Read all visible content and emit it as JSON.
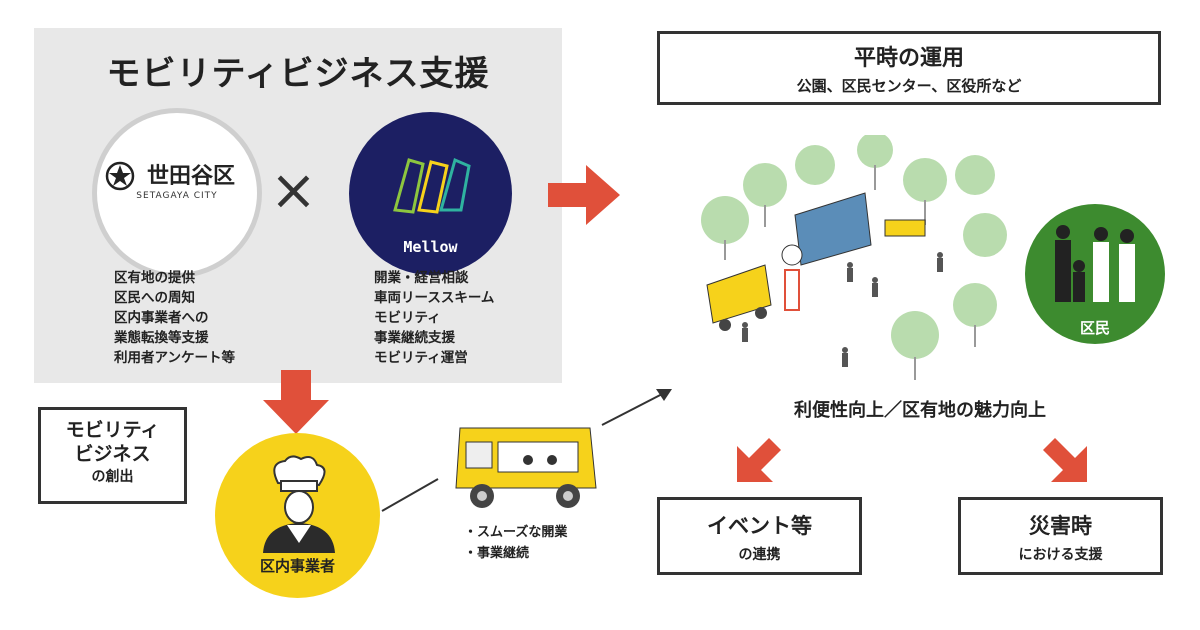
{
  "support": {
    "title": "モビリティビジネス支援",
    "setagaya": {
      "name": "世田谷区",
      "sub": "SETAGAYA CITY"
    },
    "cross": "×",
    "mellow": {
      "name": "Mellow"
    },
    "setagaya_items": [
      "区有地の提供",
      "区民への周知",
      "区内事業者への",
      "業態転換等支援",
      "利用者アンケート等"
    ],
    "mellow_items": [
      "開業・経営相談",
      "車両リーススキーム",
      "モビリティ",
      "事業継続支援",
      "モビリティ運営"
    ]
  },
  "normal_ops": {
    "title": "平時の運用",
    "subtitle": "公園、区民センター、区役所など"
  },
  "creation": {
    "line1": "モビリティ",
    "line2": "ビジネス",
    "line3": "の創出"
  },
  "operator": {
    "label": "区内事業者"
  },
  "truck_notes": [
    "・スムーズな開業",
    "・事業継続"
  ],
  "benefit": "利便性向上／区有地の魅力向上",
  "citizens": {
    "label": "区民"
  },
  "event": {
    "title": "イベント等",
    "subtitle": "の連携"
  },
  "disaster": {
    "title": "災害時",
    "subtitle": "における支援"
  },
  "colors": {
    "arrow": "#e0503a",
    "yellow": "#f6d21b",
    "navy": "#1c1f63",
    "green": "#3d8b2f",
    "tree": "#b9dcae",
    "panel": "#e8e8e8"
  }
}
